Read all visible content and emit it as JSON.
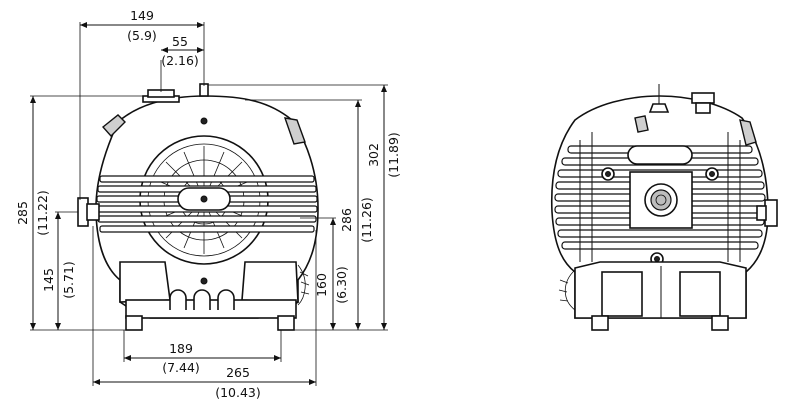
{
  "front_view": {
    "dimensions": {
      "width_top": {
        "mm": "149",
        "in": "(5.9)"
      },
      "inlet_offset": {
        "mm": "55",
        "in": "(2.16)"
      },
      "total_height": {
        "mm": "285",
        "in": "(11.22)"
      },
      "outlet_height": {
        "mm": "145",
        "in": "(5.71)"
      },
      "height_302": {
        "mm": "302",
        "in": "(11.89)"
      },
      "height_286": {
        "mm": "286",
        "in": "(11.26)"
      },
      "height_160": {
        "mm": "160",
        "in": "(6.30)"
      },
      "foot_spacing": {
        "mm": "189",
        "in": "(7.44)"
      },
      "total_width": {
        "mm": "265",
        "in": "(10.43)"
      }
    }
  },
  "side_view": {}
}
